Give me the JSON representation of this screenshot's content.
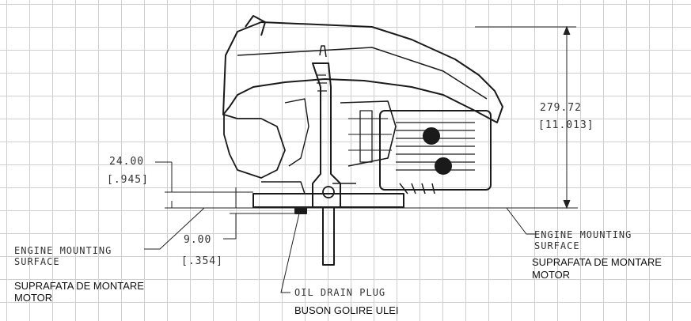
{
  "dimensions": {
    "height_mm": "279.72",
    "height_in": "[11.013]",
    "mount_offset_mm": "24.00",
    "mount_offset_in": "[.945]",
    "plug_offset_mm": "9.00",
    "plug_offset_in": "[.354]"
  },
  "labels": {
    "left_mount_en_1": "ENGINE MOUNTING",
    "left_mount_en_2": "SURFACE",
    "left_mount_ro_1": "SUPRAFATA DE MONTARE",
    "left_mount_ro_2": "MOTOR",
    "right_mount_en_1": "ENGINE MOUNTING",
    "right_mount_en_2": "SURFACE",
    "right_mount_ro_1": "SUPRAFATA DE MONTARE",
    "right_mount_ro_2": "MOTOR",
    "oil_plug_en": "OIL DRAIN PLUG",
    "oil_plug_ro": "BUSON GOLIRE ULEI"
  }
}
